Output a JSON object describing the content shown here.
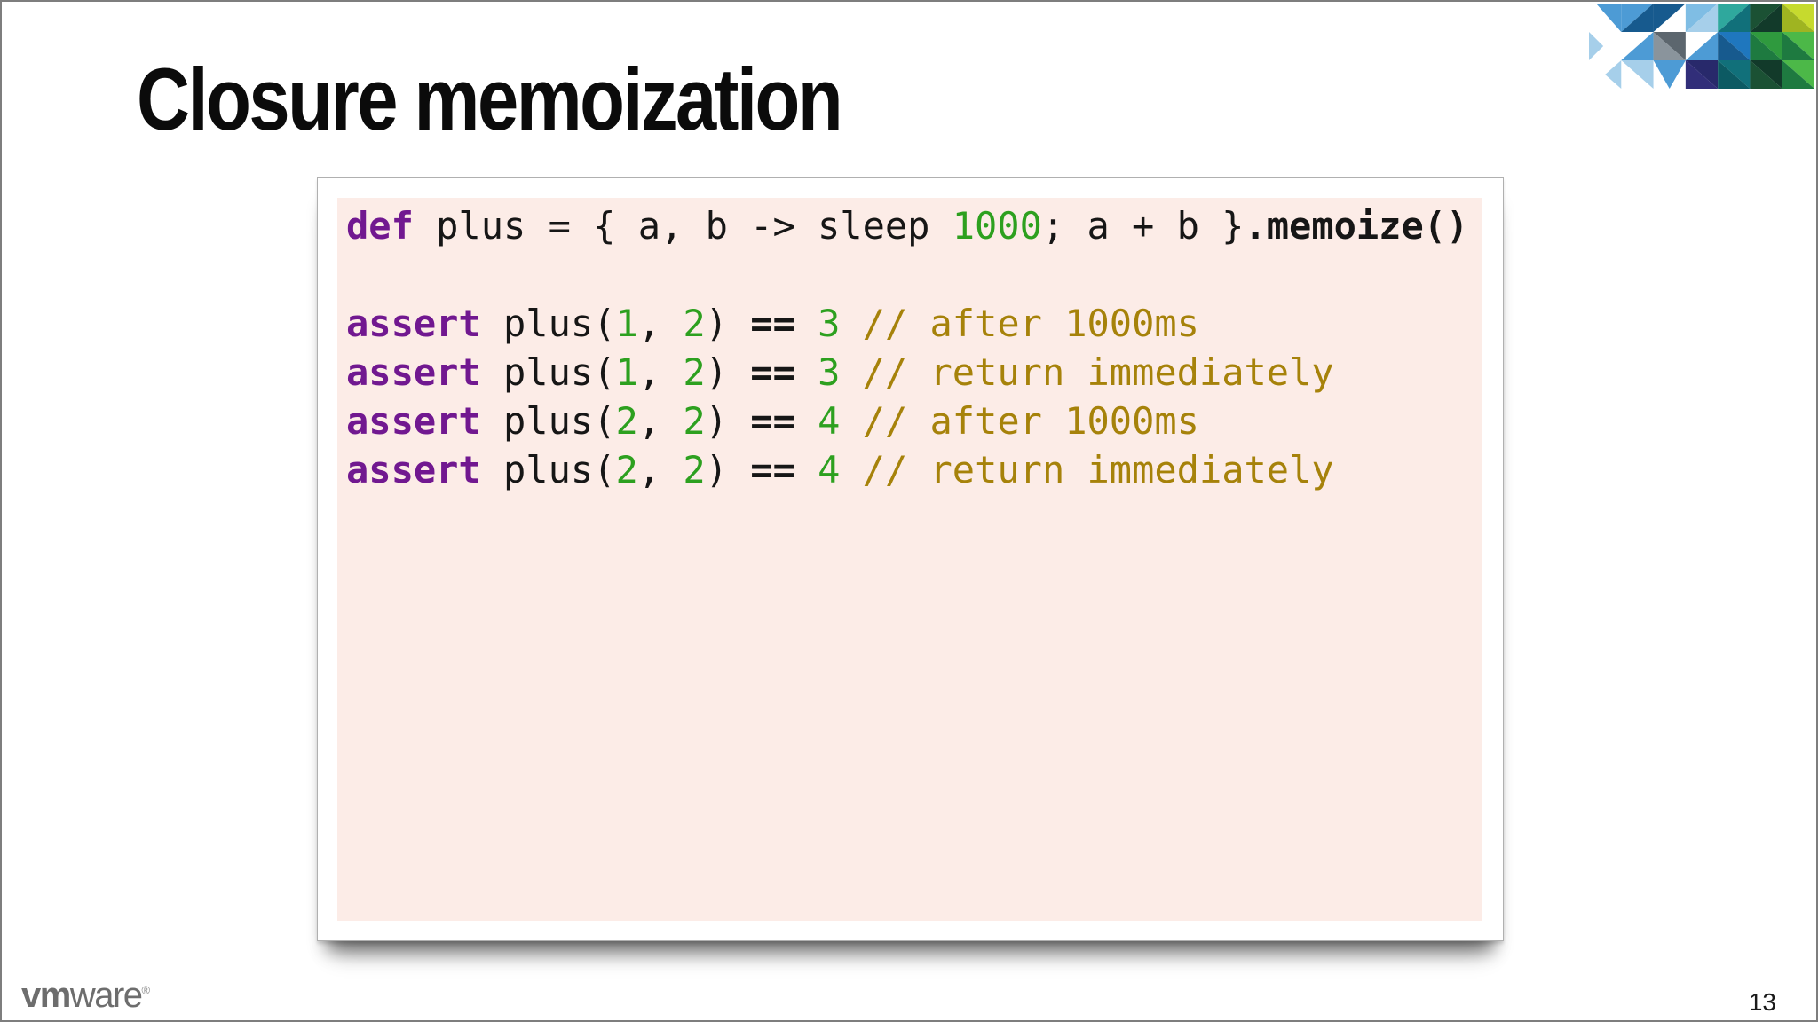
{
  "slide": {
    "title": "Closure memoization",
    "page_number": "13"
  },
  "footer": {
    "logo_bold": "vm",
    "logo_rest": "ware",
    "logo_reg_mark": "®"
  },
  "colors": {
    "title_text": "#0b0b0b",
    "keyword": "#711890",
    "number": "#2da01f",
    "comment": "#a6820a",
    "code_text": "#161616",
    "code_background": "#fcece7"
  },
  "logo_mosaic_colors": [
    "#A6CFEA",
    "#4D9BD5",
    "#1F77BE",
    "#175A8E",
    "#28296B",
    "#5C666E",
    "#2FA89D",
    "#11707A",
    "#123A2A",
    "#1B5134",
    "#1E7A40",
    "#2F9A3E",
    "#4CB848",
    "#C6DA2E",
    "#9FB421",
    "#7FBDE4",
    "#8A949C",
    "#312E79",
    "#0C5A63"
  ],
  "code": {
    "lines": [
      {
        "segments": [
          {
            "t": "def",
            "s": "kw"
          },
          {
            "t": " plus = { a, b -> sleep ",
            "s": "pl"
          },
          {
            "t": "1000",
            "s": "num"
          },
          {
            "t": "; a + b }",
            "s": "pl"
          },
          {
            "t": ".memoize()",
            "s": "b"
          }
        ]
      },
      {
        "segments": []
      },
      {
        "segments": [
          {
            "t": "assert",
            "s": "kw"
          },
          {
            "t": " plus(",
            "s": "pl"
          },
          {
            "t": "1",
            "s": "num"
          },
          {
            "t": ", ",
            "s": "pl"
          },
          {
            "t": "2",
            "s": "num"
          },
          {
            "t": ") ",
            "s": "pl"
          },
          {
            "t": "==",
            "s": "b"
          },
          {
            "t": " ",
            "s": "pl"
          },
          {
            "t": "3",
            "s": "num"
          },
          {
            "t": " ",
            "s": "pl"
          },
          {
            "t": "// after 1000ms",
            "s": "cmt"
          }
        ]
      },
      {
        "segments": [
          {
            "t": "assert",
            "s": "kw"
          },
          {
            "t": " plus(",
            "s": "pl"
          },
          {
            "t": "1",
            "s": "num"
          },
          {
            "t": ", ",
            "s": "pl"
          },
          {
            "t": "2",
            "s": "num"
          },
          {
            "t": ") ",
            "s": "pl"
          },
          {
            "t": "==",
            "s": "b"
          },
          {
            "t": " ",
            "s": "pl"
          },
          {
            "t": "3",
            "s": "num"
          },
          {
            "t": " ",
            "s": "pl"
          },
          {
            "t": "// return immediately",
            "s": "cmt"
          }
        ]
      },
      {
        "segments": [
          {
            "t": "assert",
            "s": "kw"
          },
          {
            "t": " plus(",
            "s": "pl"
          },
          {
            "t": "2",
            "s": "num"
          },
          {
            "t": ", ",
            "s": "pl"
          },
          {
            "t": "2",
            "s": "num"
          },
          {
            "t": ") ",
            "s": "pl"
          },
          {
            "t": "==",
            "s": "b"
          },
          {
            "t": " ",
            "s": "pl"
          },
          {
            "t": "4",
            "s": "num"
          },
          {
            "t": " ",
            "s": "pl"
          },
          {
            "t": "// after 1000ms",
            "s": "cmt"
          }
        ]
      },
      {
        "segments": [
          {
            "t": "assert",
            "s": "kw"
          },
          {
            "t": " plus(",
            "s": "pl"
          },
          {
            "t": "2",
            "s": "num"
          },
          {
            "t": ", ",
            "s": "pl"
          },
          {
            "t": "2",
            "s": "num"
          },
          {
            "t": ") ",
            "s": "pl"
          },
          {
            "t": "==",
            "s": "b"
          },
          {
            "t": " ",
            "s": "pl"
          },
          {
            "t": "4",
            "s": "num"
          },
          {
            "t": " ",
            "s": "pl"
          },
          {
            "t": "// return immediately",
            "s": "cmt"
          }
        ]
      }
    ]
  }
}
